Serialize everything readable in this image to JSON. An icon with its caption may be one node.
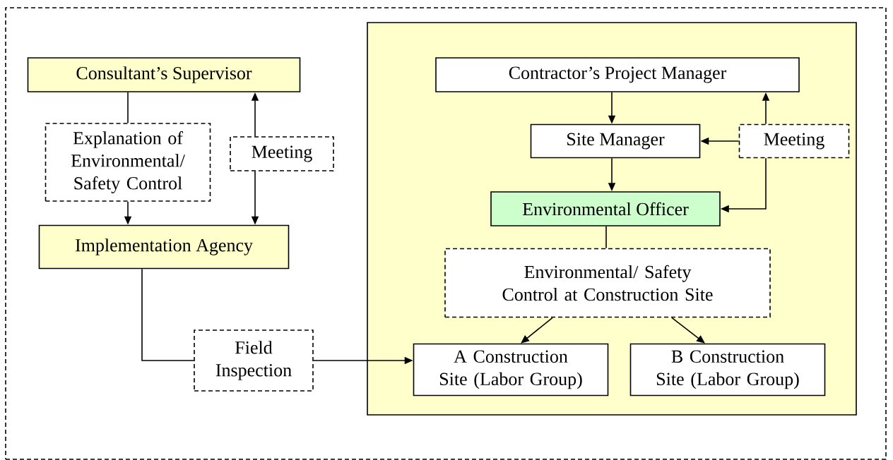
{
  "diagram": {
    "nodes": [
      {
        "text": [],
        "shape": "box"
      },
      {
        "text": [
          "Consultant’s Supervisor"
        ],
        "in": 0
      },
      {
        "text": [
          "Explanation of Environmental/ Safety Control"
        ],
        "in": 0
      },
      {
        "text": [
          "Meeting"
        ],
        "in": 0
      },
      {
        "text": [
          "Implementation Agency"
        ],
        "in": 0
      },
      {
        "text": [
          "Field Inspection"
        ],
        "in": 0
      },
      {
        "text": [],
        "shape": "box",
        "in": 0
      },
      {
        "text": [
          "Contractor’s Project Manager"
        ],
        "in": 6
      },
      {
        "text": [
          "Site Manager"
        ],
        "in": 6
      },
      {
        "text": [
          "Meeting"
        ],
        "in": 6
      },
      {
        "text": [
          "Environmental Officer"
        ],
        "in": 6
      },
      {
        "text": [
          "Environmental/ Safety Control at Construction Site"
        ],
        "in": 6
      },
      {
        "text": [
          "A Construction Site (Labor Group)"
        ],
        "in": 6
      },
      {
        "text": [
          "B Construction Site (Labor Group)"
        ],
        "in": 6
      }
    ],
    "edges": [
      {
        "from": 1,
        "to": 2,
        "arrow": "none"
      },
      {
        "from": 2,
        "to": 4,
        "arrow": "to"
      },
      {
        "from": 3,
        "to": 1,
        "arrow": "to"
      },
      {
        "from": 3,
        "to": 4,
        "arrow": "to"
      },
      {
        "from": 4,
        "to": 5,
        "arrow": "none"
      },
      {
        "from": 5,
        "to": 12,
        "arrow": "to"
      },
      {
        "from": 7,
        "to": 8,
        "arrow": "to"
      },
      {
        "from": 9,
        "to": 7,
        "arrow": "to"
      },
      {
        "from": 9,
        "to": 8,
        "arrow": "to"
      },
      {
        "from": 9,
        "to": 10,
        "arrow": "to"
      },
      {
        "from": 8,
        "to": 10,
        "arrow": "to"
      },
      {
        "from": 10,
        "to": 11,
        "arrow": "none"
      },
      {
        "from": 11,
        "to": 12,
        "arrow": "to"
      },
      {
        "from": 11,
        "to": 13,
        "arrow": "to"
      }
    ]
  }
}
